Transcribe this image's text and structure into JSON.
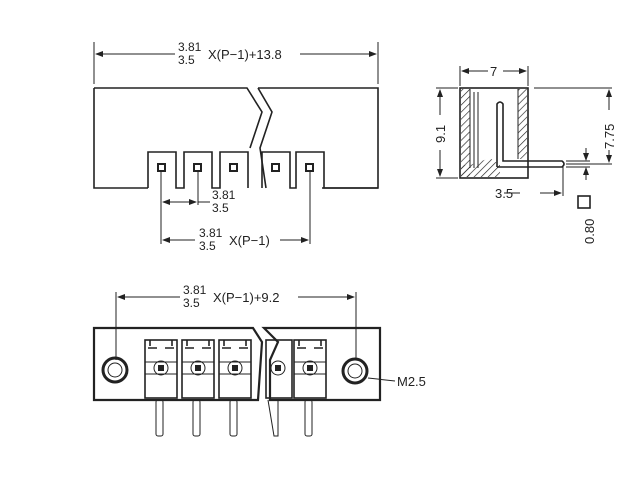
{
  "top_view": {
    "overall_dim": {
      "num": "3.81",
      "den": "3.5",
      "expr": "X(P−1)+13.8"
    },
    "pitch_dim": {
      "num": "3.81",
      "den": "3.5"
    },
    "span_dim": {
      "num": "3.81",
      "den": "3.5",
      "expr": "X(P−1)"
    }
  },
  "side_view": {
    "width": "7",
    "height": "9.1",
    "pin_height": "7.75",
    "pin_offset": "3.5",
    "pin_size": "0.80"
  },
  "front_view": {
    "overall_dim": {
      "num": "3.81",
      "den": "3.5",
      "expr": "X(P−1)+9.2"
    },
    "screw_label": "M2.5"
  }
}
